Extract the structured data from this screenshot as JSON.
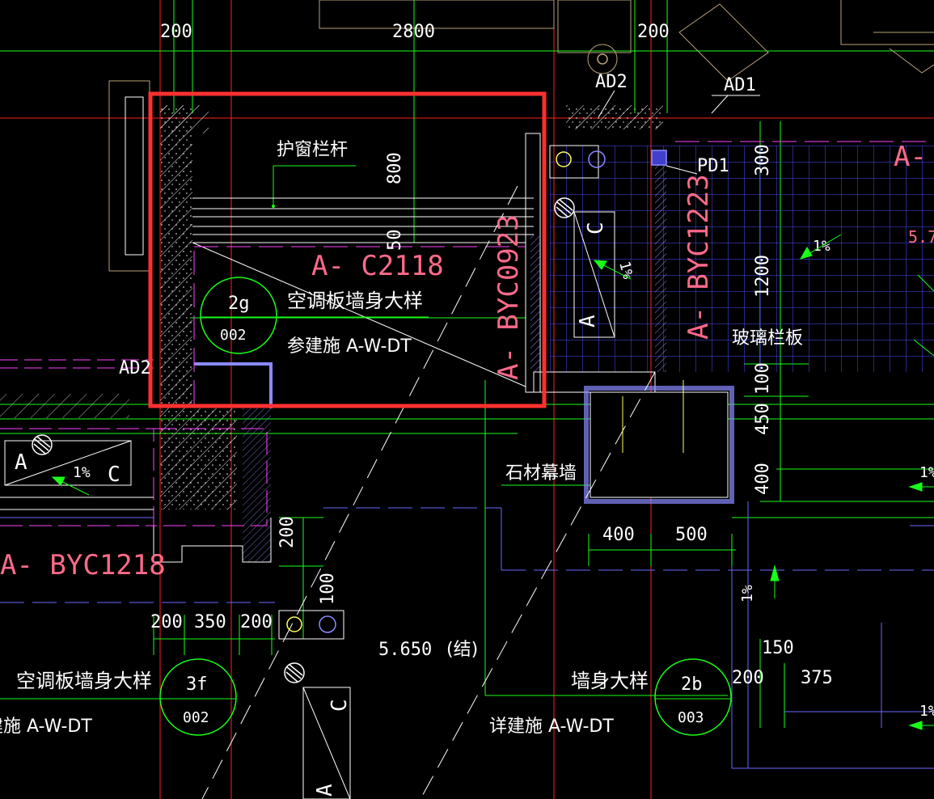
{
  "colors": {
    "background": "#000000",
    "axis_red": "#ff2020",
    "dim_green": "#18ff18",
    "wall_white": "#ffffff",
    "blue_grid": "#5a5aff",
    "magenta": "#ff44ff",
    "highlight_box": "#ff3030",
    "label_pink": "#ff6a8a",
    "text_white": "#ffffff",
    "yellow": "#ffff60"
  },
  "dimensions": {
    "top_left_200": "200",
    "top_2800": "2800",
    "top_right_200": "200",
    "v_800": "800",
    "v_50": "50",
    "v_300": "300",
    "v_1200": "1200",
    "v_100": "100",
    "v_450": "450",
    "v_400_right": "400",
    "h_400": "400",
    "h_500": "500",
    "v_200": "200",
    "v_100_lower": "100",
    "b_200a": "200",
    "b_350": "350",
    "b_200b": "200",
    "v_150": "150",
    "h_200_right": "200",
    "h_375": "375"
  },
  "labels": {
    "ad2_top": "AD2",
    "ad1": "AD1",
    "pd1": "PD1",
    "ad2_left": "AD2",
    "railing": "护窗栏杆",
    "window_c2118": "A- C2118",
    "window_byc0923": "A- BYC0923",
    "window_byc1223": "A- BYC1223",
    "window_byc1218": "A- BYC1218",
    "window_right_partial": "A-",
    "glass_railing": "玻璃栏板",
    "stone_curtain": "石材幕墙",
    "right_partial_text": "5.7",
    "level_value": "5.650",
    "level_note": "(结)",
    "letter_a_1": "A",
    "letter_c_1": "C",
    "letter_a_2": "A",
    "letter_c_2": "C",
    "letter_c_3": "C",
    "letter_a_3": "A",
    "slope_1": "1%",
    "slope_2": "1%",
    "slope_3": "1%",
    "slope_4": "1%",
    "slope_5": "1%",
    "slope_6": "1%"
  },
  "details": [
    {
      "title": "空调板墙身大样",
      "num": "2g",
      "sheet": "002",
      "ref": "参建施  A-W-DT"
    },
    {
      "title": "空调板墙身大样",
      "num": "3f",
      "sheet": "002",
      "ref": "详建施  A-W-DT"
    },
    {
      "title": "墙身大样",
      "num": "2b",
      "sheet": "003",
      "ref": "详建施  A-W-DT"
    }
  ]
}
